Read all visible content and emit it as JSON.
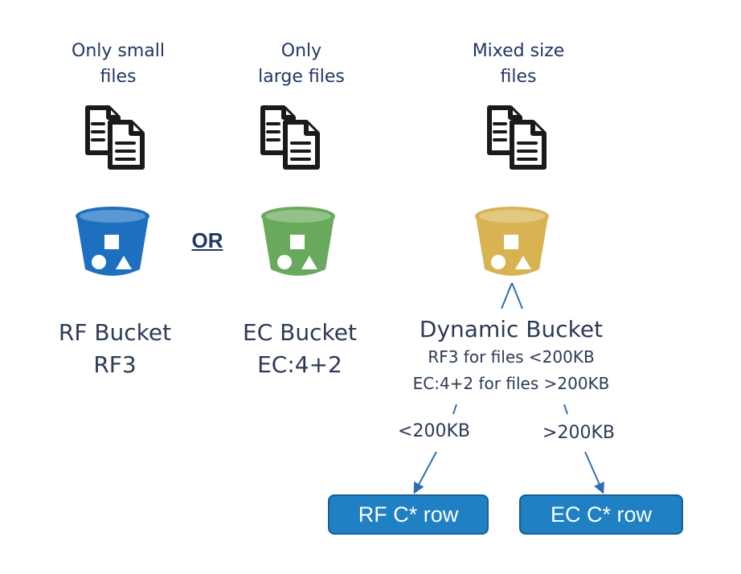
{
  "columns": {
    "rf": {
      "caption": [
        "Only small",
        "files"
      ],
      "bucket_color": "#1d6fbf",
      "label": [
        "RF Bucket",
        "RF3"
      ]
    },
    "ec": {
      "caption": [
        "Only",
        "large files"
      ],
      "bucket_color": "#69a95e",
      "label": [
        "EC Bucket",
        "EC:4+2"
      ]
    },
    "dynamic": {
      "caption": [
        "Mixed size",
        "files"
      ],
      "bucket_color": "#d7b451",
      "title": "Dynamic Bucket",
      "rules": [
        "RF3 for files <200KB",
        "EC:4+2  for files >200KB"
      ]
    }
  },
  "separator": "OR",
  "branches": {
    "small": {
      "condition": "<200KB",
      "target": "RF C* row"
    },
    "large": {
      "condition": ">200KB",
      "target": "EC C* row"
    }
  },
  "colors": {
    "text_dark": "#1f3864",
    "row_box_fill": "#1f80c4",
    "arrow": "#2f6fb0"
  },
  "icons": {
    "documents": "documents-icon",
    "bucket": "bucket-icon"
  }
}
